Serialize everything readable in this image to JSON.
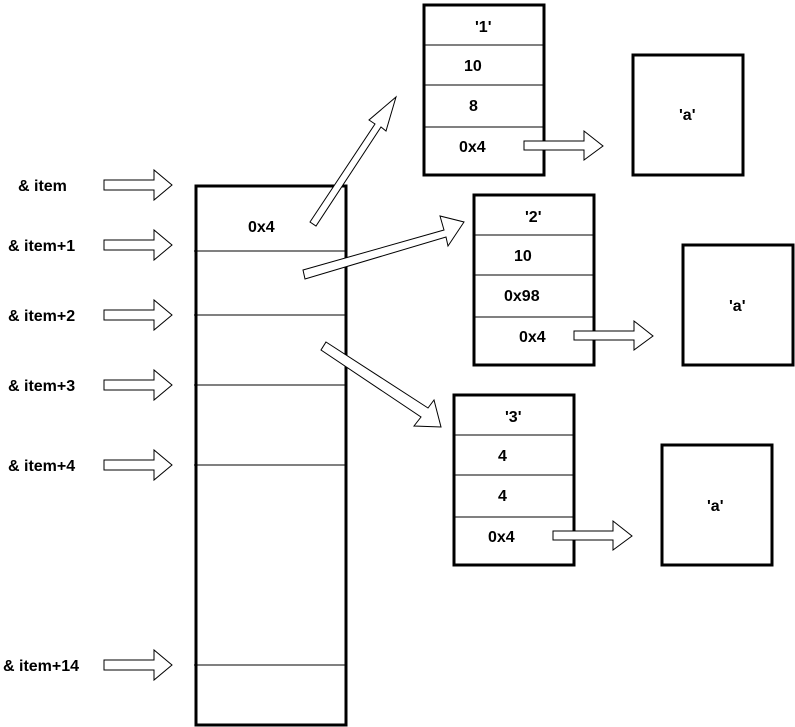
{
  "diagram": {
    "pointer_labels": [
      "& item",
      "& item+1",
      "& item+2",
      "& item+3",
      "& item+4",
      "& item+14"
    ],
    "array": {
      "first_cell_value": "0x4"
    },
    "structs": [
      {
        "id": "struct-1",
        "fields": [
          "'1'",
          "10",
          "8",
          "0x4"
        ],
        "target": "'a'"
      },
      {
        "id": "struct-2",
        "fields": [
          "'2'",
          "10",
          "0x98",
          "0x4"
        ],
        "target": "'a'"
      },
      {
        "id": "struct-3",
        "fields": [
          "'3'",
          "4",
          "4",
          "0x4"
        ],
        "target": "'a'"
      }
    ]
  }
}
